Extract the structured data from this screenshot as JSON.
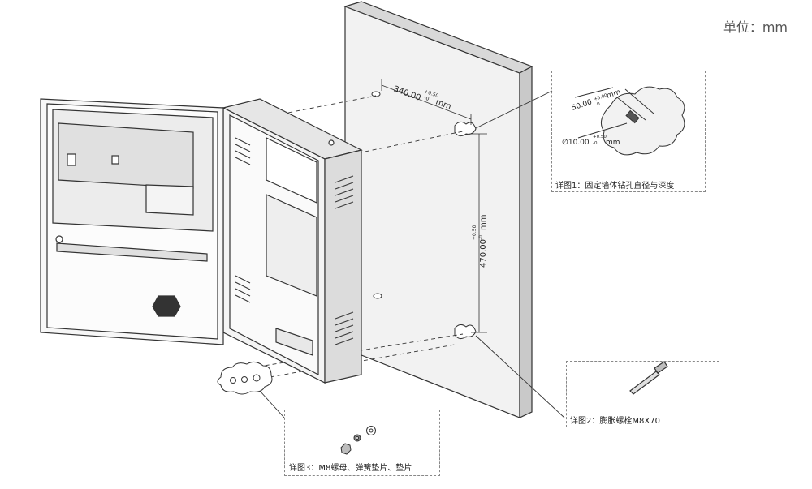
{
  "unit_label": "单位：mm",
  "dimensions": {
    "width": "340.00",
    "width_tol_plus": "+0.50",
    "width_tol_minus": "-0",
    "width_unit": "mm",
    "height": "470.00",
    "height_tol_plus": "+0.50",
    "height_tol_minus": "-0",
    "height_unit": "mm",
    "depth": "50.00",
    "depth_tol_plus": "+5.00",
    "depth_tol_minus": "-0",
    "depth_unit": "mm",
    "diameter": "∅10.00",
    "diameter_tol_plus": "+0.50",
    "diameter_tol_minus": "-0",
    "diameter_unit": "mm"
  },
  "details": {
    "detail1": "详图1：固定墙体钻孔直径与深度",
    "detail2": "详图2：膨胀螺栓M8X70",
    "detail3": "详图3：M8螺母、弹簧垫片、垫片"
  }
}
